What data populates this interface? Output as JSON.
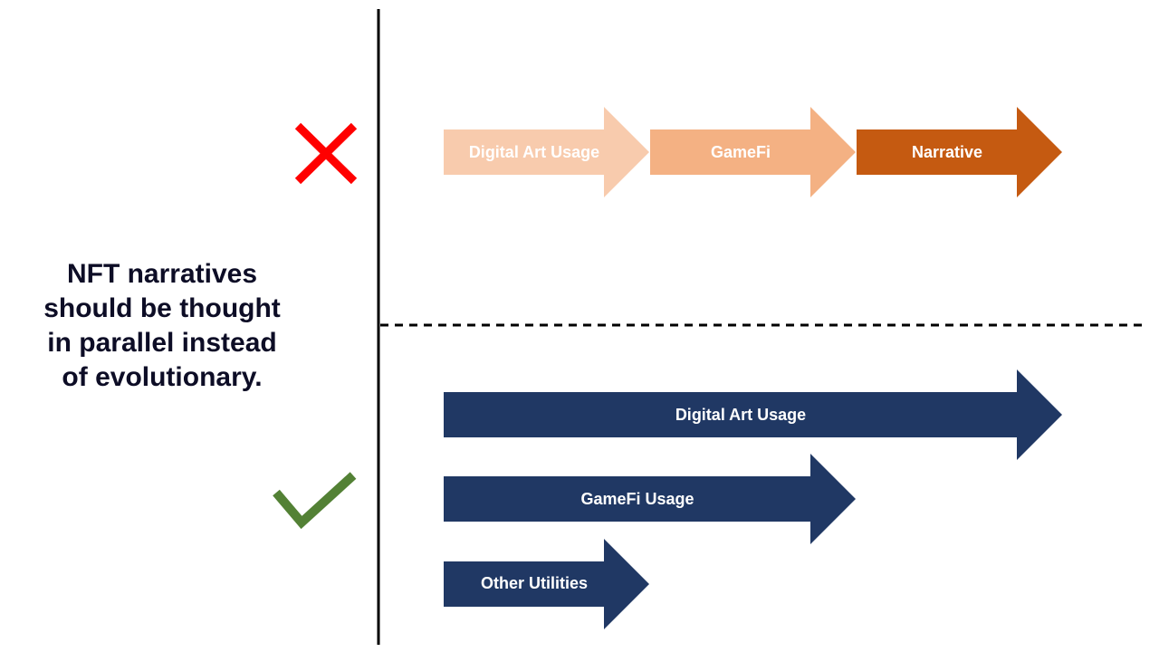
{
  "headline": {
    "lines": [
      "NFT narratives",
      "should be thought",
      "in parallel instead",
      "of evolutionary."
    ]
  },
  "wrong_view": {
    "icon": "cross-icon",
    "color": "#ff0000",
    "arrows": [
      {
        "label": "Digital Art Usage",
        "color": "#f8cbad"
      },
      {
        "label": "GameFi",
        "color": "#f4b183"
      },
      {
        "label": "Narrative",
        "color": "#c55a11"
      }
    ]
  },
  "right_view": {
    "icon": "checkmark-icon",
    "color": "#538135",
    "arrows": [
      {
        "label": "Digital Art Usage",
        "color": "#203864"
      },
      {
        "label": "GameFi Usage",
        "color": "#203864"
      },
      {
        "label": "Other Utilities",
        "color": "#203864"
      }
    ]
  }
}
